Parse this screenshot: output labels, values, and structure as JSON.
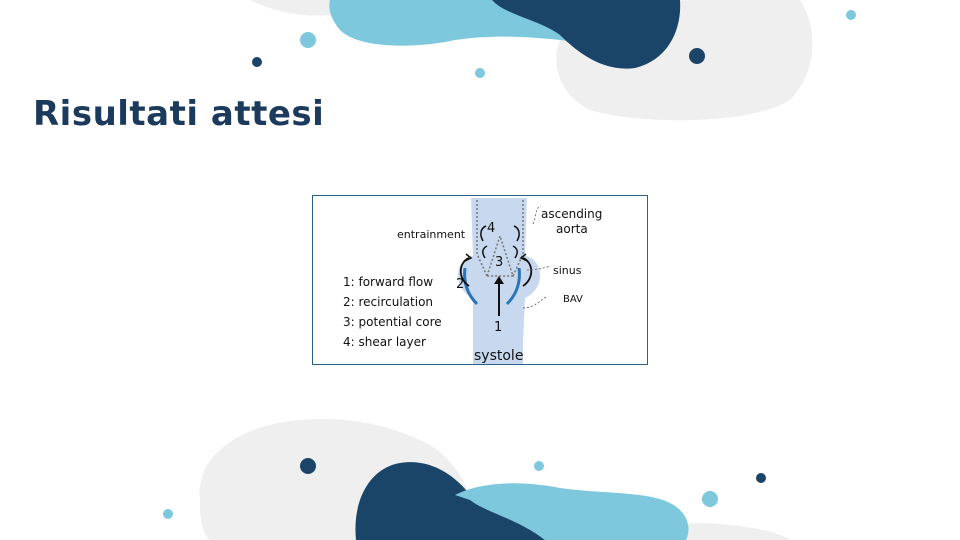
{
  "slide": {
    "title": "Risultati attesi"
  },
  "figure": {
    "labels": {
      "ascending": "ascending",
      "aorta": "aorta",
      "entrainment": "entrainment",
      "sinus": "sinus",
      "bav": "BAV",
      "systole": "systole",
      "num_1": "1",
      "num_2": "2",
      "num_3": "3",
      "num_4": "4"
    },
    "legend": [
      "1: forward flow",
      "2: recirculation",
      "3: potential core",
      "4: shear layer"
    ]
  },
  "colors": {
    "dark_blue": "#1b4568",
    "light_blue": "#7ec8de",
    "light_gray": "#efefef",
    "title": "#1b3a5c",
    "flow_region": "#c8d9ef",
    "valve": "#2a74b8"
  }
}
